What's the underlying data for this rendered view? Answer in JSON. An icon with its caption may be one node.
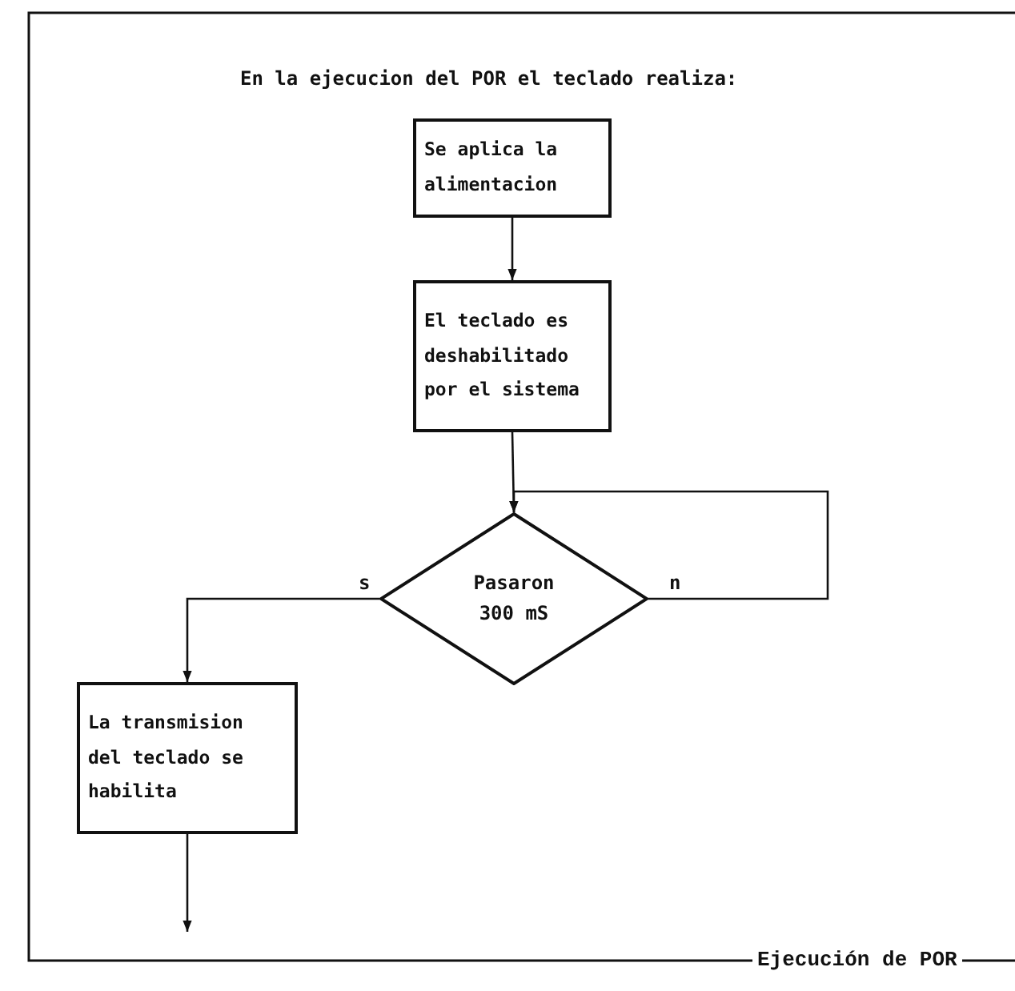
{
  "diagram": {
    "title": "En la ejecucion del POR el teclado realiza:",
    "caption": "Ejecución de POR",
    "nodes": [
      {
        "text": [
          "Se aplica la alimentacion"
        ]
      },
      {
        "text": [
          "El teclado es deshabilitado por el sistema"
        ]
      },
      {
        "text": [
          "Pasaron 300 mS"
        ]
      },
      {
        "text": [
          "La transmision del teclado se habilita"
        ]
      }
    ],
    "edges": [
      {
        "from": 0,
        "to": 1,
        "arrow": "to"
      },
      {
        "from": 1,
        "to": 2,
        "arrow": "to"
      },
      {
        "from": 2,
        "to": 2,
        "label": "n",
        "arrow": "to"
      },
      {
        "from": 2,
        "to": 3,
        "label": "s",
        "arrow": "to"
      },
      {
        "from": 3,
        "to": null,
        "arrow": "to"
      }
    ]
  }
}
